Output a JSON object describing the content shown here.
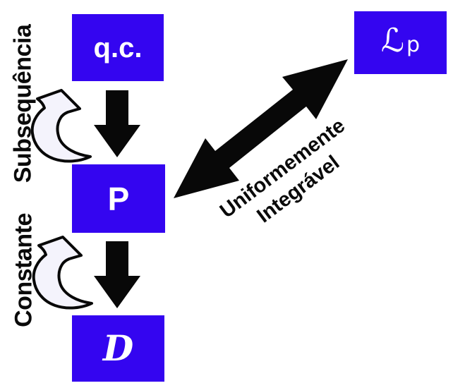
{
  "colors": {
    "background": "#FFFFFF",
    "box-blue": "#3405F0",
    "arrow-black": "#080808",
    "curved-arrow-fill": "#F4F3FC",
    "label-black": "#0A0A0A",
    "box-text-white": "#FFFFFF"
  },
  "nodes": {
    "qc": {
      "label": "q.c."
    },
    "p": {
      "label": "P"
    },
    "d": {
      "label": "D"
    },
    "lp": {
      "letter": "ℒ",
      "sub": "p"
    }
  },
  "curved_labels": {
    "subsequencia": "Subsequência",
    "constante": "Constante"
  },
  "diagonal_label": {
    "line1": "Uniformemente",
    "line2": "Integrável"
  },
  "arrows": {
    "qc_to_p": "down-arrow",
    "p_to_d": "down-arrow",
    "p_lp": "double-headed-diagonal-arrow",
    "p_to_qc": "curved-arrow",
    "d_to_p": "curved-arrow"
  }
}
